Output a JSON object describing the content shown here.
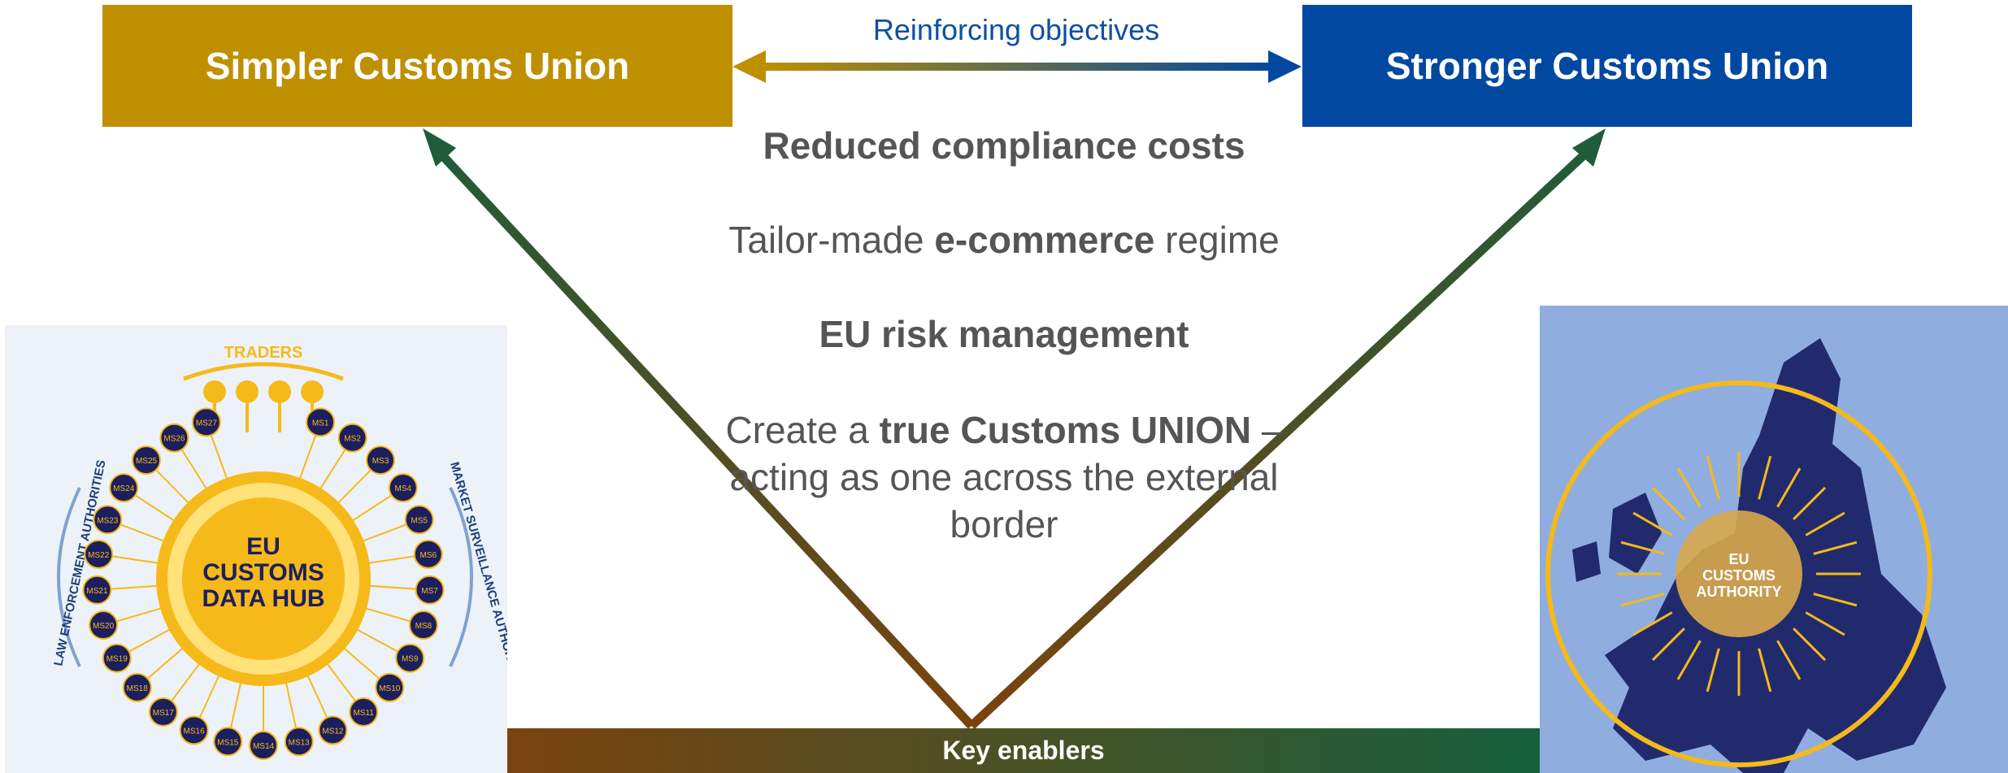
{
  "boxes": {
    "left": "Simpler Customs Union",
    "right": "Stronger  Customs Union"
  },
  "arrow_label": "Reinforcing objectives",
  "objectives": {
    "reduced_costs": "Reduced compliance costs",
    "ecommerce_pre": "Tailor-made ",
    "ecommerce_bold": "e-commerce",
    "ecommerce_post": " regime",
    "risk": "EU risk management",
    "union_pre": "Create a ",
    "union_bold": "true Customs UNION",
    "union_post": " – acting as one across the external border"
  },
  "bottom_bar": "Key enablers",
  "hub": {
    "traders": "TRADERS",
    "center": [
      "EU",
      "CUSTOMS",
      "DATA HUB"
    ],
    "left_arc": "LAW ENFORCEMENT AUTHORITIES",
    "right_arc": "MARKET SURVEILLANCE AUTHORITIES",
    "nodes": [
      "MS1",
      "MS2",
      "MS3",
      "MS4",
      "MS5",
      "MS6",
      "MS7",
      "MS8",
      "MS9",
      "MS10",
      "MS11",
      "MS12",
      "MS13",
      "MS14",
      "MS15",
      "MS16",
      "MS17",
      "MS18",
      "MS19",
      "MS20",
      "MS21",
      "MS22",
      "MS23",
      "MS24",
      "MS25",
      "MS26",
      "MS27"
    ]
  },
  "authority": [
    "EU",
    "CUSTOMS",
    "AUTHORITY"
  ],
  "colors": {
    "gold": "#BE9000",
    "blue": "#0048A0",
    "dark_green": "#1E5C3A",
    "brown": "#7B430F",
    "hub_yellow": "#F6B91A",
    "hub_navy": "#1C1F5E",
    "map_bg": "#8FAEDF"
  }
}
